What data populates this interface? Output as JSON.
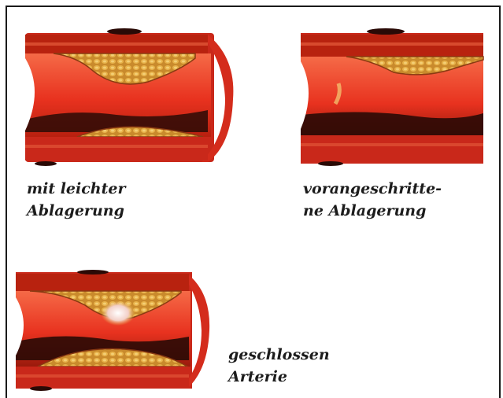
{
  "panels": [
    {
      "caption_lines": [
        "mit leichter",
        "Ablagerung"
      ]
    },
    {
      "caption_lines": [
        "vorangeschritte-",
        "ne Ablagerung"
      ]
    },
    {
      "caption_lines": [
        "geschlossen",
        "Arterie"
      ]
    }
  ],
  "colors": {
    "lumen": "#e8321f",
    "lumen_light": "#f56a47",
    "wall": "#c9281a",
    "plaque": "#d9a23a",
    "plaque_dark": "#8a3a12",
    "shadow": "#2a0a06",
    "background": "#ffffff",
    "frame": "#1a1a1a"
  }
}
